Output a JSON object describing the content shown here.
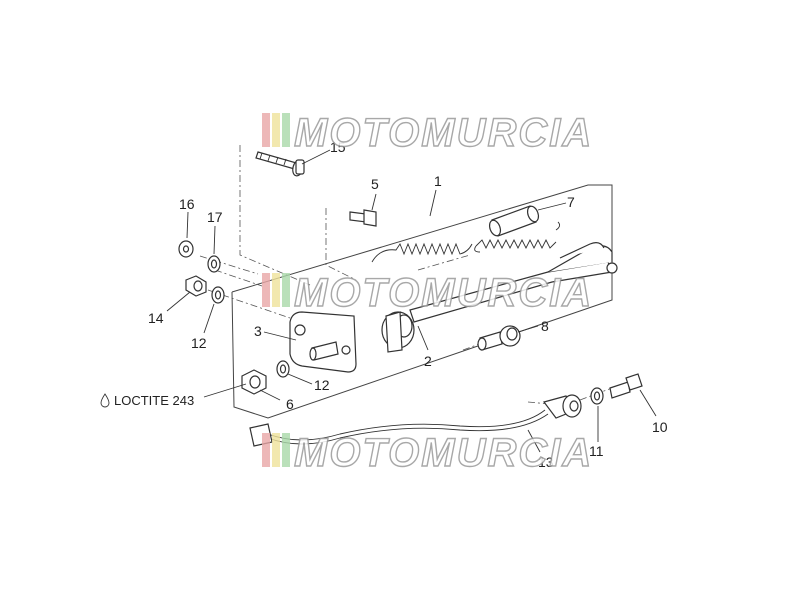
{
  "labels": {
    "p1": "1",
    "p2": "2",
    "p3": "3",
    "p5": "5",
    "p6": "6",
    "p7": "7",
    "p8": "8",
    "p10": "10",
    "p11": "11",
    "p12a": "12",
    "p12b": "12",
    "p13": "13",
    "p14": "14",
    "p15": "15",
    "p16": "16",
    "p17": "17"
  },
  "note": {
    "text": "LOCTITE 243"
  },
  "watermark": {
    "text": "MOTOMURCIA",
    "stripe_colors": [
      "#e9a6a6",
      "#efe29a",
      "#a9d8a9"
    ]
  }
}
